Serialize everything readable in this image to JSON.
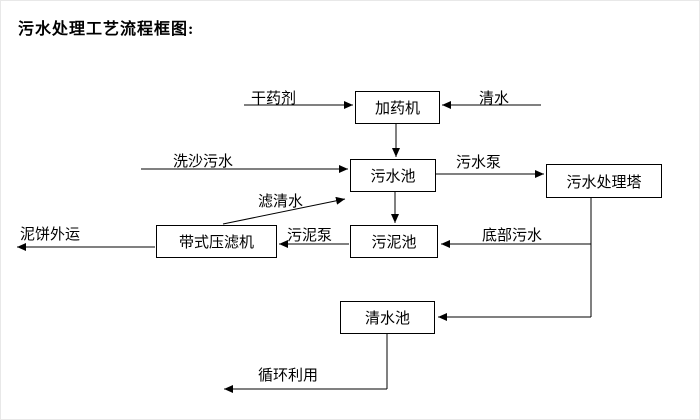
{
  "title": "污水处理工艺流程框图:",
  "diagram": {
    "nodes": {
      "dosing_machine": "加药机",
      "sewage_pool": "污水池",
      "treatment_tower": "污水处理塔",
      "sludge_pool": "污泥池",
      "belt_filter_press": "带式压滤机",
      "clear_water_pool": "清水池"
    },
    "edge_labels": {
      "dry_chemical": "干药剂",
      "clear_water": "清水",
      "sand_washing_sewage": "洗沙污水",
      "sewage_pump": "污水泵",
      "filtered_water": "滤清水",
      "sludge_pump": "污泥泵",
      "bottom_sewage": "底部污水",
      "mud_cake_out": "泥饼外运",
      "recycle": "循环利用"
    },
    "line_color": "#000000"
  }
}
